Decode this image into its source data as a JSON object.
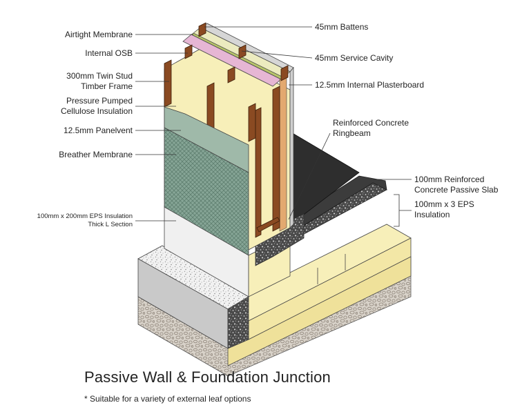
{
  "title": "Passive Wall & Foundation Junction",
  "footnote": "* Suitable for a variety of external leaf options",
  "labels": {
    "airtight_membrane": "Airtight Membrane",
    "internal_osb": "Internal OSB",
    "twin_stud_1": "300mm Twin Stud",
    "twin_stud_2": "Timber Frame",
    "cellulose_1": "Pressure Pumped",
    "cellulose_2": "Cellulose Insulation",
    "panelvent": "12.5mm Panelvent",
    "breather_membrane": "Breather Membrane",
    "eps_l_1": "100mm x 200mm EPS Insulation",
    "eps_l_2": "Thick L Section",
    "battens": "45mm Battens",
    "service_cavity": "45mm Service Cavity",
    "plasterboard": "12.5mm Internal Plasterboard",
    "ringbeam_1": "Reinforced Concrete",
    "ringbeam_2": "Ringbeam",
    "slab_1": "100mm Reinforced",
    "slab_2": "Concrete Passive Slab",
    "eps_slab_1": "100mm x 3 EPS",
    "eps_slab_2": "Insulation"
  },
  "colors": {
    "insulation": "#f7efb9",
    "timber": "#8a4a22",
    "osb_pink": "#e6b6d4",
    "panelvent_green": "#9fb9a9",
    "plasterboard": "#d6d6d6",
    "concrete_dark": "#2e2e2e",
    "aggregate": "#c9c1b6",
    "eps_white": "#eeeeee"
  }
}
